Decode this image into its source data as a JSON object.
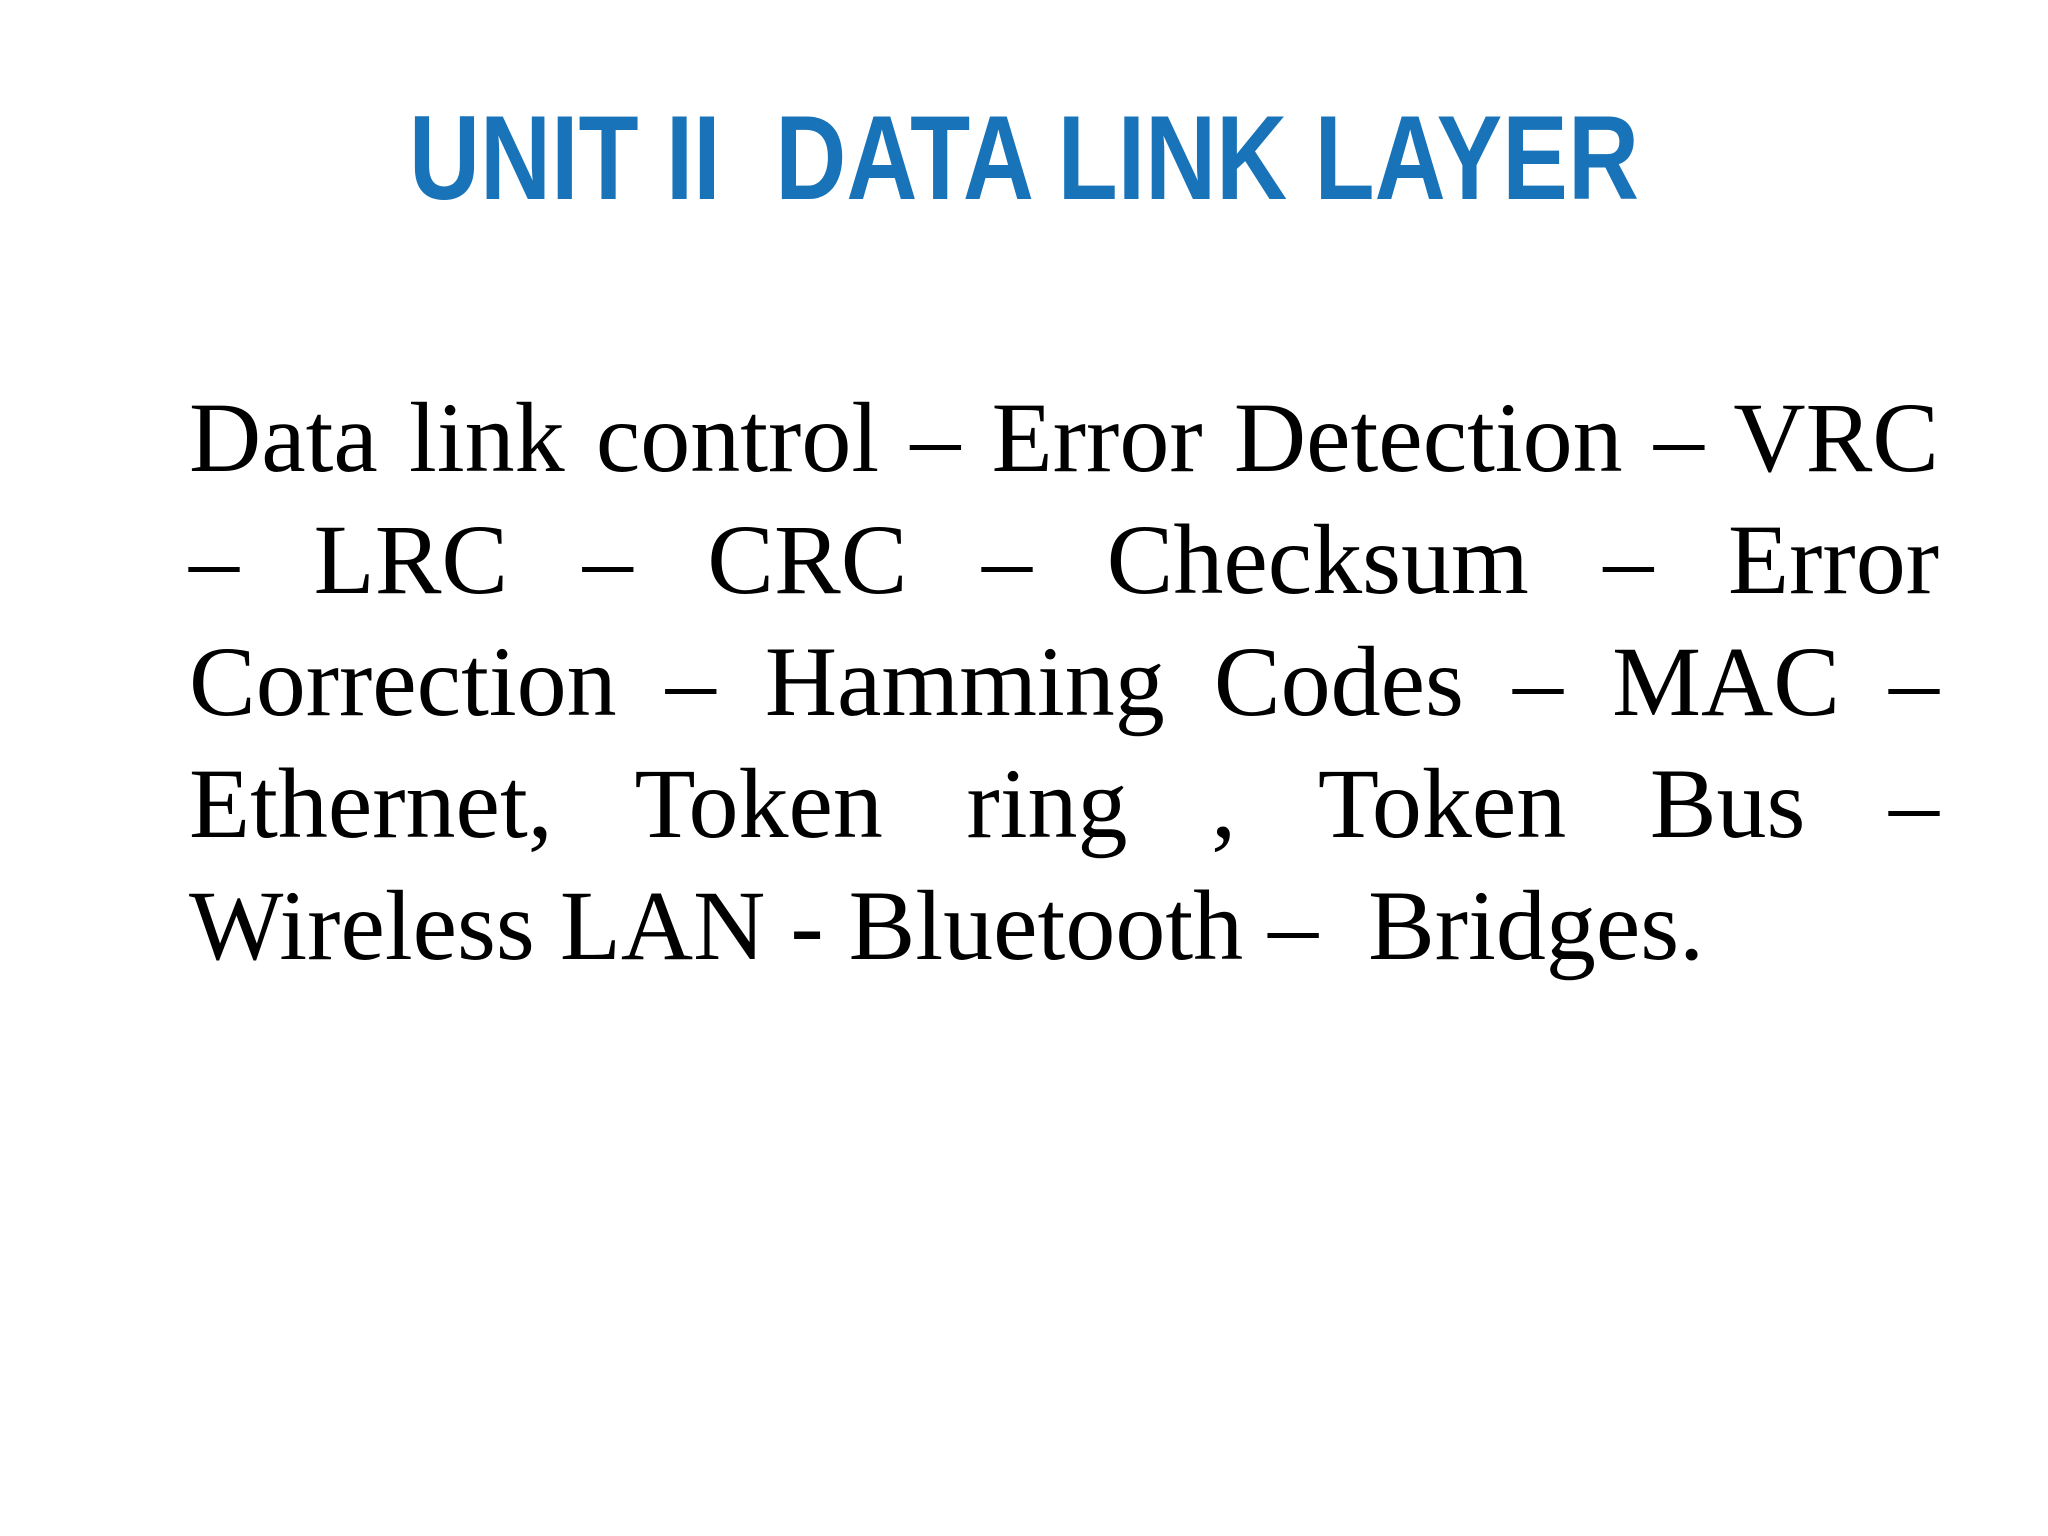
{
  "slide": {
    "title": "UNIT II  DATA LINK LAYER",
    "title_color": "#1873B9",
    "body_text_color": "#000000",
    "background_color": "#FFFFFF",
    "body_lines": [
      "Data link control – Error Detection – VRC",
      "– LRC – CRC – Checksum – Error",
      "Correction – Hamming Codes – MAC –",
      "Ethernet, Token ring , Token Bus –",
      "Wireless LAN - Bluetooth –  Bridges."
    ]
  }
}
